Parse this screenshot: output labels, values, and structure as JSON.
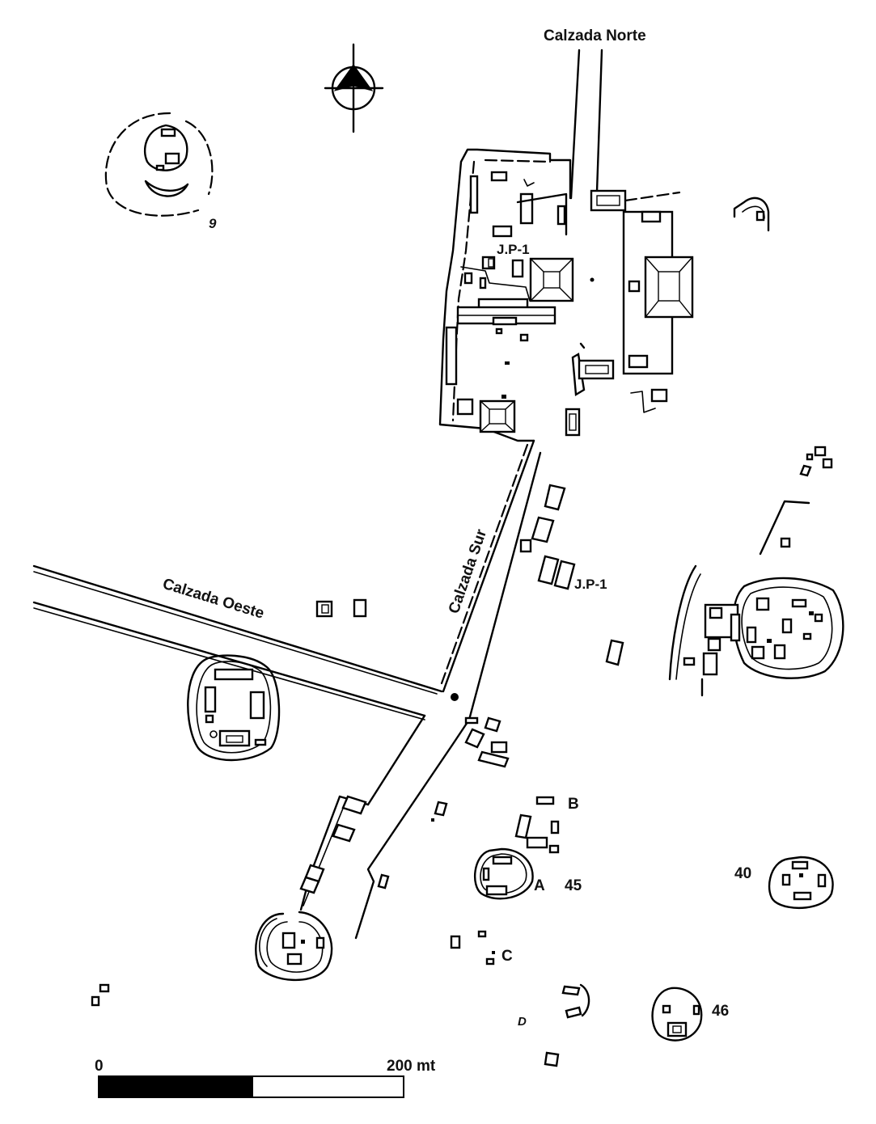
{
  "map": {
    "road_labels": {
      "north": "Calzada Norte",
      "south": "Calzada Sur",
      "west": "Calzada Oeste"
    },
    "group_labels": {
      "jp1_upper": "J.P-1",
      "jp1_lower": "J.P-1",
      "group_9": "9",
      "group_40": "40",
      "group_45": "45",
      "group_46": "46",
      "group_a": "A",
      "group_b": "B",
      "group_c": "C",
      "group_d": "D"
    },
    "scale_bar": {
      "start_label": "0",
      "end_label": "200 mt"
    },
    "north_arrow_icon": "north-arrow-icon",
    "colors": {
      "ink": "#000000",
      "paper": "#ffffff"
    }
  }
}
